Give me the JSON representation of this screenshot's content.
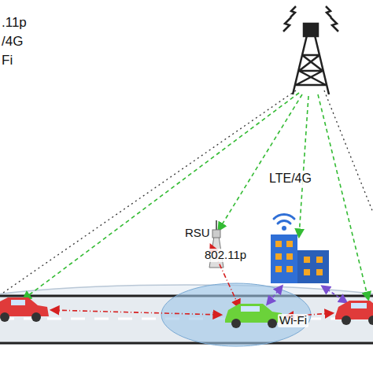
{
  "diagram": {
    "labels": [
      "LTE/4G",
      "RSU",
      "802.11p",
      "Wi-Fi"
    ],
    "legend": [
      {
        "text": ".11p"
      },
      {
        "text": "/4G"
      },
      {
        "text": "Fi"
      }
    ]
  }
}
